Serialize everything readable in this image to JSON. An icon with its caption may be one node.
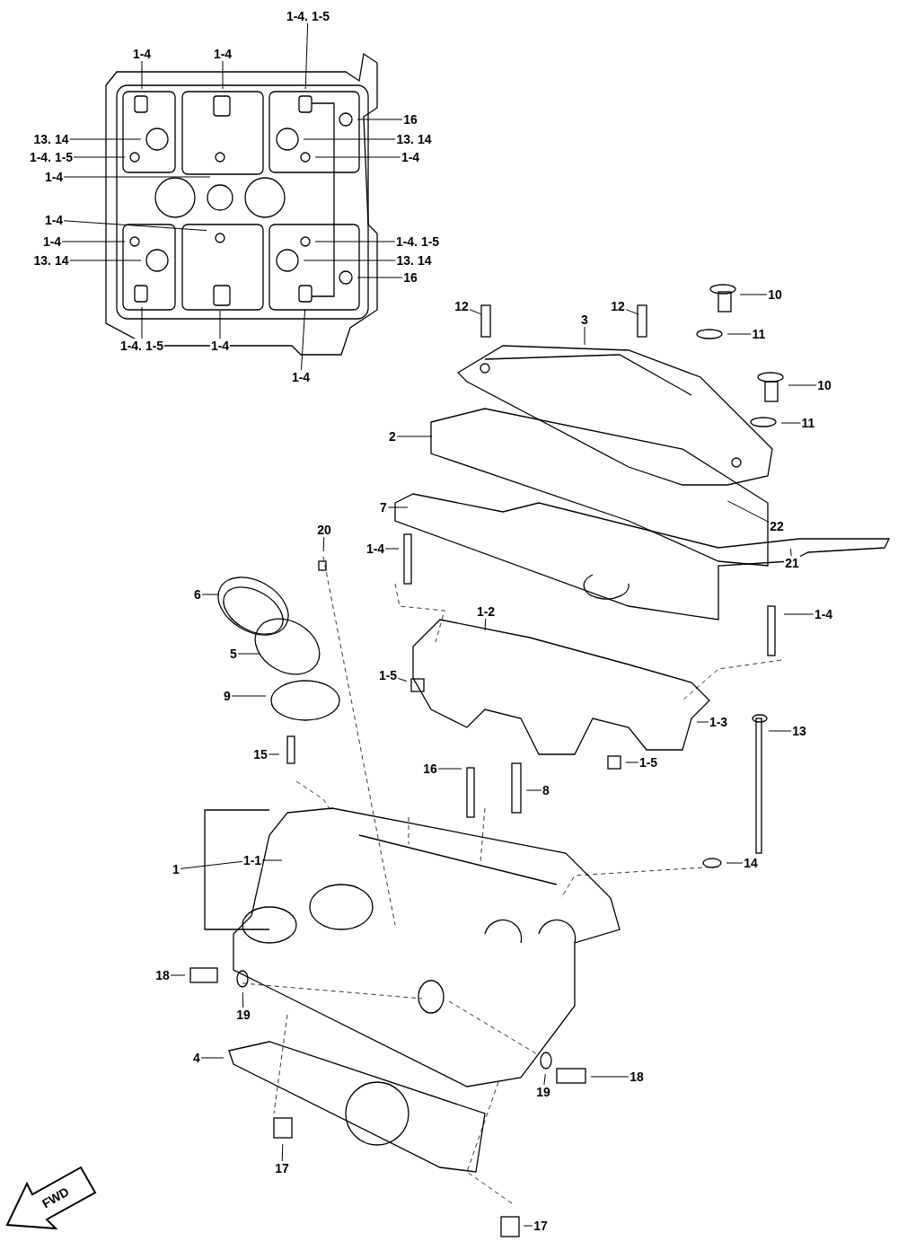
{
  "diagram": {
    "nodes": [
      {
        "text": [
          "1-4. 1-5"
        ]
      },
      {
        "text": [
          "1-4"
        ]
      },
      {
        "text": [
          "1-4"
        ]
      },
      {
        "text": [
          "16"
        ]
      },
      {
        "text": [
          "13. 14"
        ]
      },
      {
        "text": [
          "13. 14"
        ]
      },
      {
        "text": [
          "1-4. 1-5"
        ]
      },
      {
        "text": [
          "1-4"
        ]
      },
      {
        "text": [
          "1-4"
        ]
      },
      {
        "text": [
          "1-4"
        ]
      },
      {
        "text": [
          "1-4"
        ]
      },
      {
        "text": [
          "1-4. 1-5"
        ]
      },
      {
        "text": [
          "13. 14"
        ]
      },
      {
        "text": [
          "13. 14"
        ]
      },
      {
        "text": [
          "16"
        ]
      },
      {
        "text": [
          "12"
        ]
      },
      {
        "text": [
          "12"
        ]
      },
      {
        "text": [
          "10"
        ]
      },
      {
        "text": [
          "3"
        ]
      },
      {
        "text": [
          "11"
        ]
      },
      {
        "text": [
          "1-4. 1-5"
        ]
      },
      {
        "text": [
          "1-4"
        ]
      },
      {
        "text": [
          "1-4"
        ]
      },
      {
        "text": [
          "10"
        ]
      },
      {
        "text": [
          "11"
        ]
      },
      {
        "text": [
          "2"
        ]
      },
      {
        "text": [
          "7"
        ]
      },
      {
        "text": [
          "22"
        ]
      },
      {
        "text": [
          "20"
        ]
      },
      {
        "text": [
          "1-4"
        ]
      },
      {
        "text": [
          "21"
        ]
      },
      {
        "text": [
          "6"
        ]
      },
      {
        "text": [
          "1-2"
        ]
      },
      {
        "text": [
          "1-4"
        ]
      },
      {
        "text": [
          "5"
        ]
      },
      {
        "text": [
          "1-5"
        ]
      },
      {
        "text": [
          "9"
        ]
      },
      {
        "text": [
          "1-3"
        ]
      },
      {
        "text": [
          "13"
        ]
      },
      {
        "text": [
          "1-5"
        ]
      },
      {
        "text": [
          "15"
        ]
      },
      {
        "text": [
          "16"
        ]
      },
      {
        "text": [
          "8"
        ]
      },
      {
        "text": [
          "14"
        ]
      },
      {
        "text": [
          "1-1"
        ]
      },
      {
        "text": [
          "1"
        ]
      },
      {
        "text": [
          "18"
        ]
      },
      {
        "text": [
          "19"
        ]
      },
      {
        "text": [
          "4"
        ]
      },
      {
        "text": [
          "18"
        ]
      },
      {
        "text": [
          "19"
        ]
      },
      {
        "text": [
          "17"
        ]
      },
      {
        "text": [
          "17"
        ]
      }
    ],
    "edges": [
      {
        "from": 0,
        "to": null,
        "arrow": "none"
      },
      {
        "from": 1,
        "to": null,
        "arrow": "none"
      },
      {
        "from": 2,
        "to": null,
        "arrow": "none"
      },
      {
        "from": 3,
        "to": null,
        "arrow": "none"
      },
      {
        "from": 4,
        "to": null,
        "arrow": "none"
      },
      {
        "from": 5,
        "to": null,
        "arrow": "none"
      },
      {
        "from": 6,
        "to": null,
        "arrow": "none"
      },
      {
        "from": 7,
        "to": null,
        "arrow": "none"
      },
      {
        "from": 8,
        "to": null,
        "arrow": "none"
      },
      {
        "from": 9,
        "to": null,
        "arrow": "none"
      },
      {
        "from": 10,
        "to": null,
        "arrow": "none"
      },
      {
        "from": 11,
        "to": null,
        "arrow": "none"
      },
      {
        "from": 12,
        "to": null,
        "arrow": "none"
      },
      {
        "from": 13,
        "to": null,
        "arrow": "none"
      },
      {
        "from": 14,
        "to": null,
        "arrow": "none"
      },
      {
        "from": 15,
        "to": null,
        "arrow": "none"
      },
      {
        "from": 16,
        "to": null,
        "arrow": "none"
      },
      {
        "from": 17,
        "to": null,
        "arrow": "none"
      },
      {
        "from": 18,
        "to": null,
        "arrow": "none"
      },
      {
        "from": 19,
        "to": null,
        "arrow": "none"
      },
      {
        "from": 20,
        "to": null,
        "arrow": "none"
      },
      {
        "from": 21,
        "to": null,
        "arrow": "none"
      },
      {
        "from": 22,
        "to": null,
        "arrow": "none"
      },
      {
        "from": 23,
        "to": null,
        "arrow": "none"
      },
      {
        "from": 24,
        "to": null,
        "arrow": "none"
      },
      {
        "from": 25,
        "to": null,
        "arrow": "none"
      },
      {
        "from": 26,
        "to": null,
        "arrow": "none"
      },
      {
        "from": 27,
        "to": null,
        "arrow": "none"
      },
      {
        "from": 28,
        "to": null,
        "arrow": "none"
      },
      {
        "from": 29,
        "to": null,
        "arrow": "none"
      },
      {
        "from": 30,
        "to": null,
        "arrow": "none"
      },
      {
        "from": 31,
        "to": null,
        "arrow": "none"
      },
      {
        "from": 32,
        "to": null,
        "arrow": "none"
      },
      {
        "from": 33,
        "to": null,
        "arrow": "none"
      },
      {
        "from": 34,
        "to": null,
        "arrow": "none"
      },
      {
        "from": 35,
        "to": null,
        "arrow": "none"
      },
      {
        "from": 36,
        "to": null,
        "arrow": "none"
      },
      {
        "from": 37,
        "to": null,
        "arrow": "none"
      },
      {
        "from": 38,
        "to": null,
        "arrow": "none"
      },
      {
        "from": 39,
        "to": null,
        "arrow": "none"
      },
      {
        "from": 40,
        "to": null,
        "arrow": "none"
      },
      {
        "from": 41,
        "to": null,
        "arrow": "none"
      },
      {
        "from": 42,
        "to": null,
        "arrow": "none"
      },
      {
        "from": 43,
        "to": null,
        "arrow": "none"
      },
      {
        "from": 44,
        "to": null,
        "arrow": "none"
      },
      {
        "from": 45,
        "to": 44,
        "arrow": "none"
      },
      {
        "from": 46,
        "to": null,
        "arrow": "none"
      },
      {
        "from": 47,
        "to": null,
        "arrow": "none"
      },
      {
        "from": 48,
        "to": null,
        "arrow": "none"
      },
      {
        "from": 49,
        "to": null,
        "arrow": "none"
      },
      {
        "from": 50,
        "to": null,
        "arrow": "none"
      },
      {
        "from": 51,
        "to": null,
        "arrow": "none"
      },
      {
        "from": 52,
        "to": null,
        "arrow": "none"
      }
    ],
    "labels": [
      "FWD"
    ]
  }
}
